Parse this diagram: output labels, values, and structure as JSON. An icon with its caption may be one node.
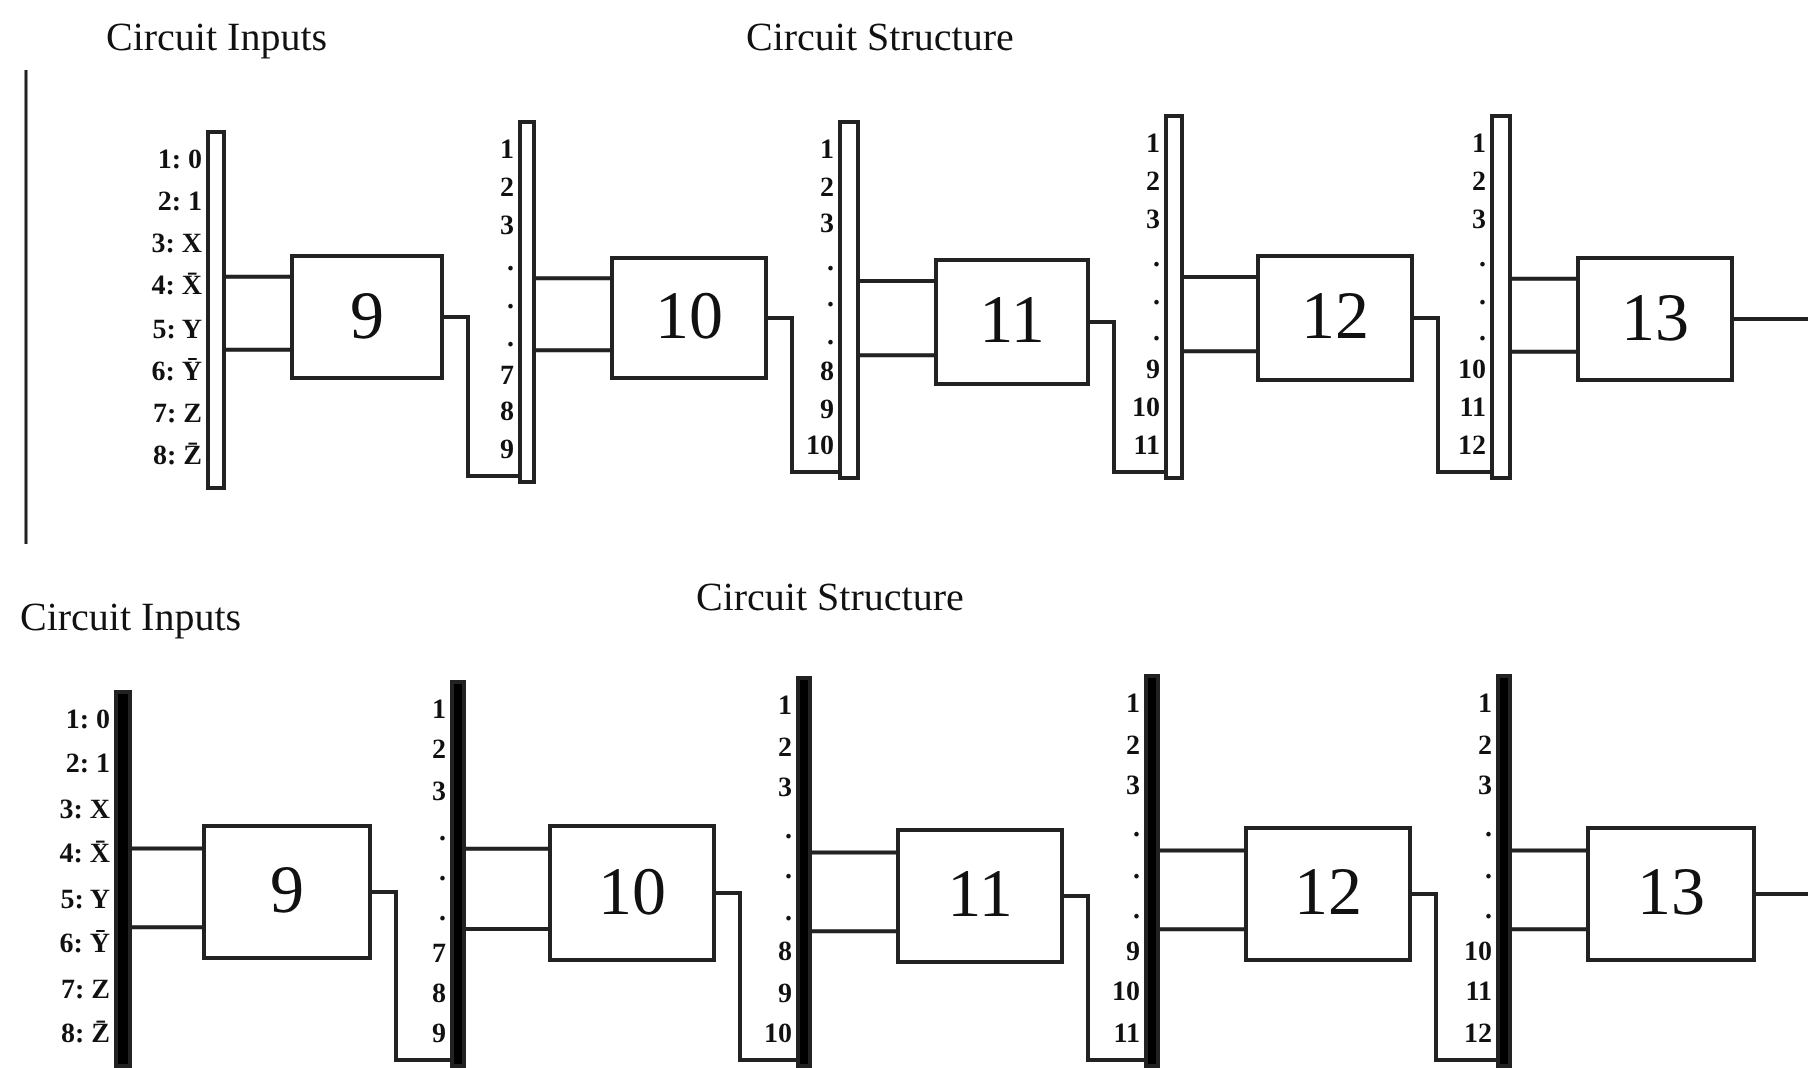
{
  "diagram": {
    "nodes": [
      {
        "text": [],
        "shape": "bar",
        "beside": [
          "1: 0",
          "2: 1",
          "3: X",
          "4: X̄",
          "5: Y",
          "6: Ȳ",
          "7: Z",
          "8: Z̄"
        ]
      },
      {
        "text": [
          "9"
        ]
      },
      {
        "text": [],
        "shape": "bar",
        "beside": [
          "1",
          "2",
          "3",
          ".",
          ".",
          ".",
          "7",
          "8",
          "9"
        ]
      },
      {
        "text": [
          "10"
        ]
      },
      {
        "text": [],
        "shape": "bar",
        "beside": [
          "1",
          "2",
          "3",
          ".",
          ".",
          ".",
          "8",
          "9",
          "10"
        ]
      },
      {
        "text": [
          "11"
        ]
      },
      {
        "text": [],
        "shape": "bar",
        "beside": [
          "1",
          "2",
          "3",
          ".",
          ".",
          ".",
          "9",
          "10",
          "11"
        ]
      },
      {
        "text": [
          "12"
        ]
      },
      {
        "text": [],
        "shape": "bar",
        "beside": [
          "1",
          "2",
          "3",
          ".",
          ".",
          ".",
          "10",
          "11",
          "12"
        ]
      },
      {
        "text": [
          "13"
        ]
      },
      {
        "text": [],
        "shape": "bar",
        "beside": [
          "1: 0",
          "2: 1",
          "3: X",
          "4: X̄",
          "5: Y",
          "6: Ȳ",
          "7: Z",
          "8: Z̄"
        ]
      },
      {
        "text": [
          "9"
        ]
      },
      {
        "text": [],
        "shape": "bar",
        "beside": [
          "1",
          "2",
          "3",
          ".",
          ".",
          ".",
          "7",
          "8",
          "9"
        ]
      },
      {
        "text": [
          "10"
        ]
      },
      {
        "text": [],
        "shape": "bar",
        "beside": [
          "1",
          "2",
          "3",
          ".",
          ".",
          ".",
          "8",
          "9",
          "10"
        ]
      },
      {
        "text": [
          "11"
        ]
      },
      {
        "text": [],
        "shape": "bar",
        "beside": [
          "1",
          "2",
          "3",
          ".",
          ".",
          ".",
          "9",
          "10",
          "11"
        ]
      },
      {
        "text": [
          "12"
        ]
      },
      {
        "text": [],
        "shape": "bar",
        "beside": [
          "1",
          "2",
          "3",
          ".",
          ".",
          ".",
          "10",
          "11",
          "12"
        ]
      },
      {
        "text": [
          "13"
        ]
      }
    ],
    "edges": [
      {
        "from": 0,
        "to": 1,
        "arrow": "none"
      },
      {
        "from": 0,
        "to": 1,
        "arrow": "none"
      },
      {
        "from": 1,
        "to": 2,
        "arrow": "none"
      },
      {
        "from": 2,
        "to": 3,
        "arrow": "none"
      },
      {
        "from": 2,
        "to": 3,
        "arrow": "none"
      },
      {
        "from": 3,
        "to": 4,
        "arrow": "none"
      },
      {
        "from": 4,
        "to": 5,
        "arrow": "none"
      },
      {
        "from": 4,
        "to": 5,
        "arrow": "none"
      },
      {
        "from": 5,
        "to": 6,
        "arrow": "none"
      },
      {
        "from": 6,
        "to": 7,
        "arrow": "none"
      },
      {
        "from": 6,
        "to": 7,
        "arrow": "none"
      },
      {
        "from": 7,
        "to": 8,
        "arrow": "none"
      },
      {
        "from": 8,
        "to": 9,
        "arrow": "none"
      },
      {
        "from": 8,
        "to": 9,
        "arrow": "none"
      },
      {
        "from": 9,
        "to": null,
        "arrow": "none"
      },
      {
        "from": 10,
        "to": 11,
        "arrow": "none"
      },
      {
        "from": 10,
        "to": 11,
        "arrow": "none"
      },
      {
        "from": 11,
        "to": 12,
        "arrow": "none"
      },
      {
        "from": 12,
        "to": 13,
        "arrow": "none"
      },
      {
        "from": 12,
        "to": 13,
        "arrow": "none"
      },
      {
        "from": 13,
        "to": 14,
        "arrow": "none"
      },
      {
        "from": 14,
        "to": 15,
        "arrow": "none"
      },
      {
        "from": 14,
        "to": 15,
        "arrow": "none"
      },
      {
        "from": 15,
        "to": 16,
        "arrow": "none"
      },
      {
        "from": 16,
        "to": 17,
        "arrow": "none"
      },
      {
        "from": 16,
        "to": 17,
        "arrow": "none"
      },
      {
        "from": 17,
        "to": 18,
        "arrow": "none"
      },
      {
        "from": 18,
        "to": 19,
        "arrow": "none"
      },
      {
        "from": 18,
        "to": 19,
        "arrow": "none"
      },
      {
        "from": 19,
        "to": null,
        "arrow": "none"
      }
    ],
    "labels": [
      "Circuit Inputs",
      "Circuit Structure",
      "Circuit Inputs",
      "Circuit Structure"
    ]
  }
}
